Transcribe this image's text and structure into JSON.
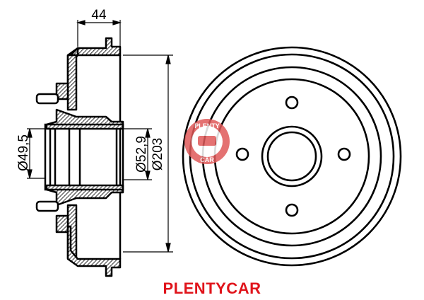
{
  "dimensions": {
    "width": "44",
    "inner_bore": "Ø49,5",
    "hub_diameter": "Ø52,9",
    "drum_diameter": "Ø203"
  },
  "logo": {
    "top": "PLENTY",
    "bottom": "CAR"
  },
  "brand": "PLENTYCAR",
  "colors": {
    "brand": "#e0141b",
    "logo": "#e05a5a"
  }
}
